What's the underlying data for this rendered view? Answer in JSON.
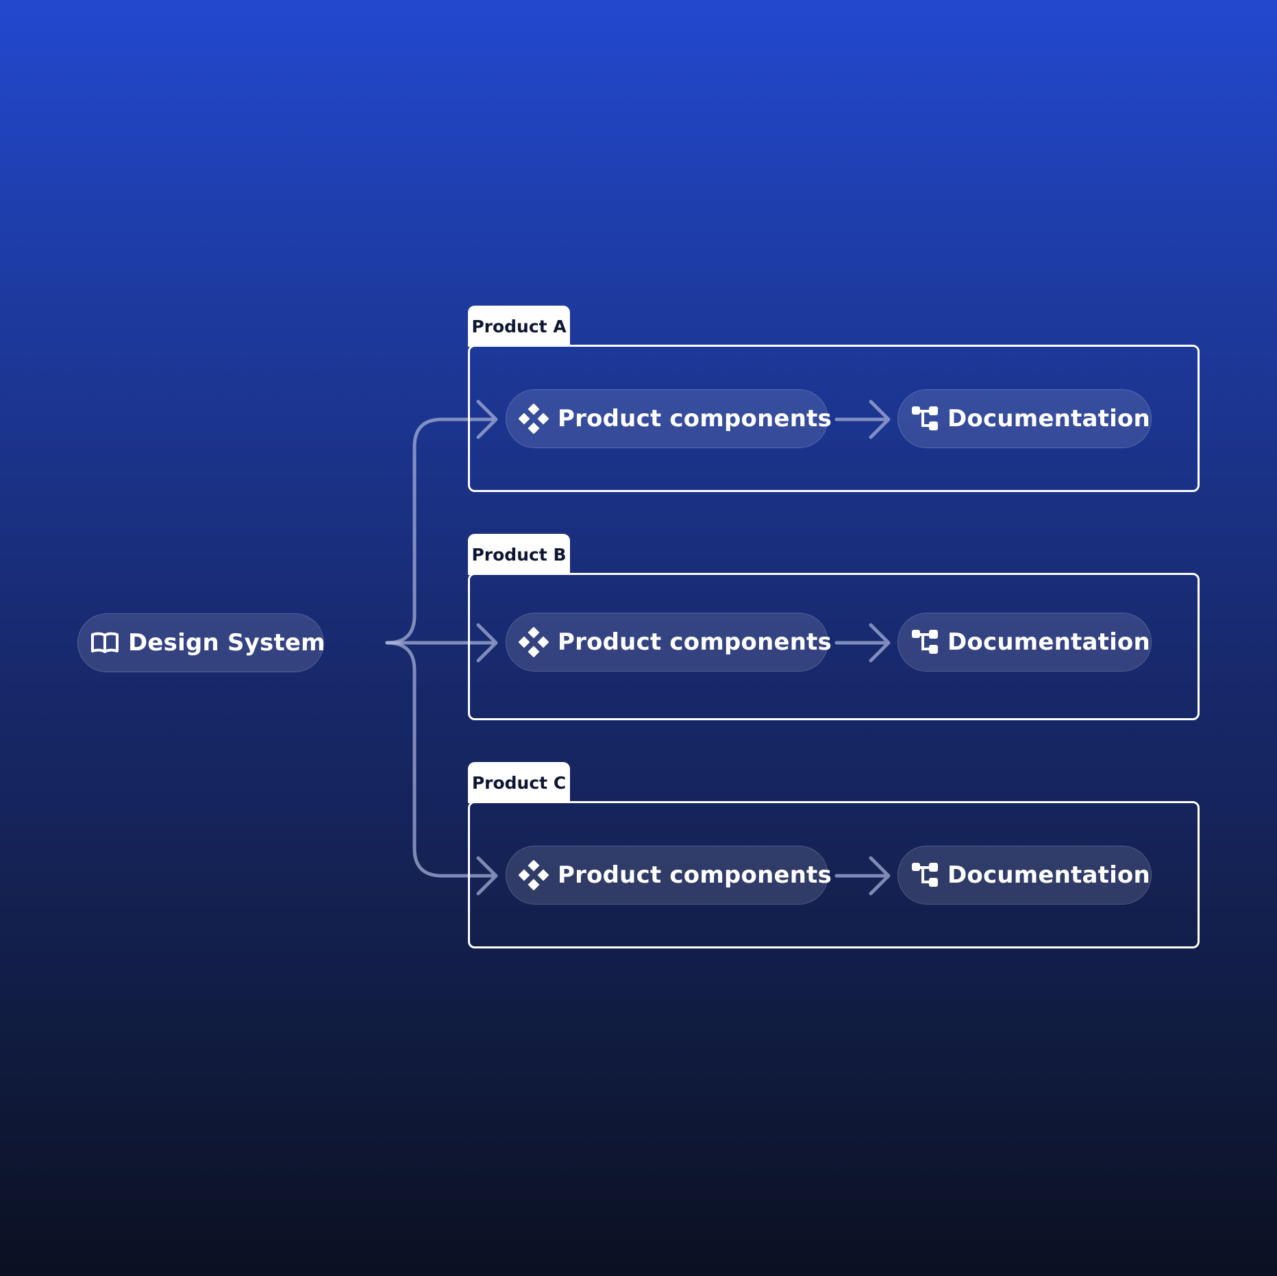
{
  "root": {
    "label": "Design System",
    "icon": "open-book-icon"
  },
  "products": [
    {
      "name": "Product A",
      "components_label": "Product components",
      "components_icon": "component-diamond-icon",
      "docs_label": "Documentation",
      "docs_icon": "tree-structure-icon"
    },
    {
      "name": "Product B",
      "components_label": "Product components",
      "components_icon": "component-diamond-icon",
      "docs_label": "Documentation",
      "docs_icon": "tree-structure-icon"
    },
    {
      "name": "Product C",
      "components_label": "Product components",
      "components_icon": "component-diamond-icon",
      "docs_label": "Documentation",
      "docs_icon": "tree-structure-icon"
    }
  ],
  "colors": {
    "background_top": "#2348cf",
    "background_bottom": "#0b1122",
    "group_border": "#ffffff",
    "tab_text": "#0f1633",
    "node_text": "#ffffff"
  }
}
